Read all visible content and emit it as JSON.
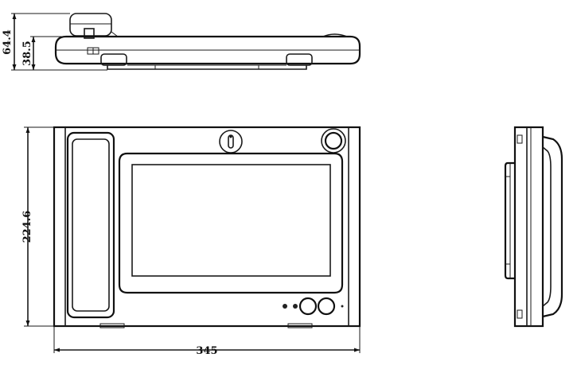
{
  "dimensions": {
    "total_height": "64.4",
    "body_height": "38.5",
    "front_height": "224.6",
    "front_width": "345"
  }
}
